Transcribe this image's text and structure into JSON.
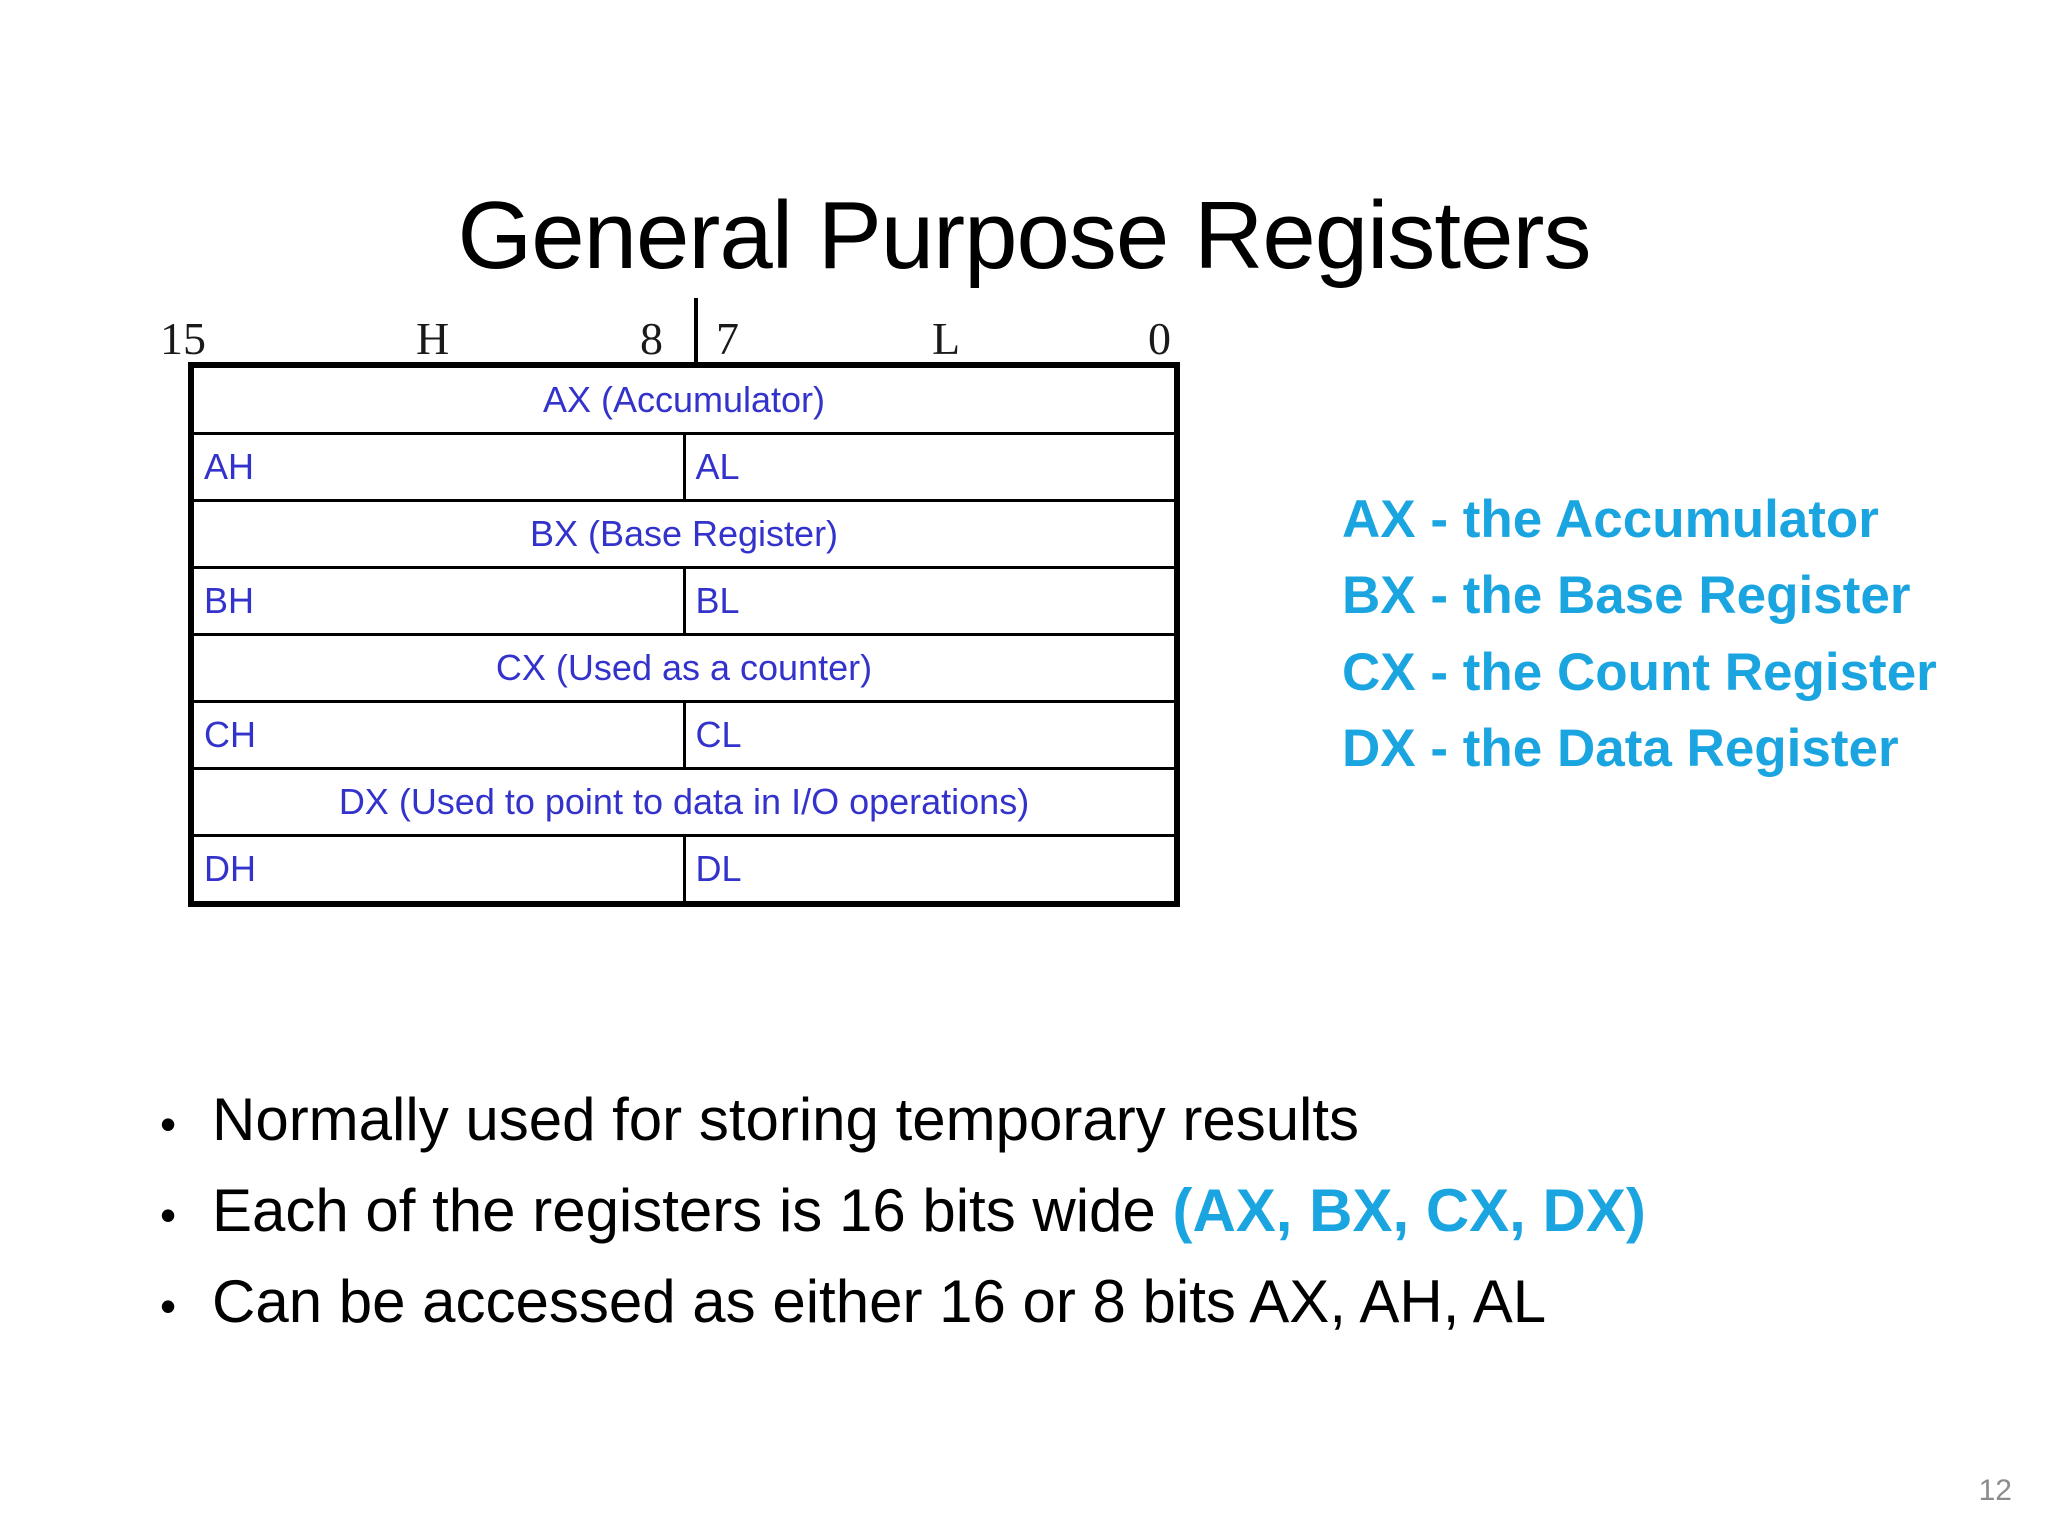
{
  "slide": {
    "title": "General Purpose Registers",
    "page_number": "12",
    "accent_color": "#1BA5E0",
    "diagram_text_color": "#3333CC"
  },
  "diagram": {
    "bit_labels": {
      "msb": "15",
      "high_half": "H",
      "high_lsb": "8",
      "low_msb": "7",
      "low_half": "L",
      "lsb": "0"
    },
    "rows": [
      {
        "type": "full",
        "label": "AX (Accumulator)"
      },
      {
        "type": "split",
        "high": "AH",
        "low": "AL"
      },
      {
        "type": "full",
        "label": "BX (Base Register)"
      },
      {
        "type": "split",
        "high": "BH",
        "low": "BL"
      },
      {
        "type": "full",
        "label": "CX (Used as a counter)"
      },
      {
        "type": "split",
        "high": "CH",
        "low": "CL"
      },
      {
        "type": "full",
        "label": "DX (Used to point to data in I/O operations)"
      },
      {
        "type": "split",
        "high": "DH",
        "low": "DL"
      }
    ]
  },
  "legend": {
    "lines": [
      "AX - the Accumulator",
      "BX - the Base Register",
      "CX - the Count Register",
      "DX - the Data Register"
    ]
  },
  "bullets": {
    "marker": "•",
    "items": [
      {
        "text": "Normally used for storing temporary results",
        "accent": ""
      },
      {
        "text": "Each of the registers is 16 bits wide ",
        "accent": "(AX, BX, CX, DX)"
      },
      {
        "text": "Can be accessed as either 16 or 8 bits AX, AH, AL",
        "accent": ""
      }
    ]
  }
}
